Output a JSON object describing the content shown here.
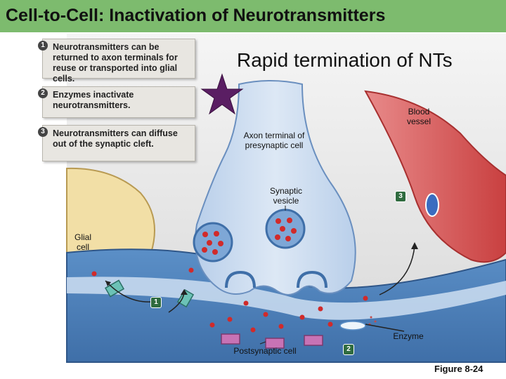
{
  "title": "Cell-to-Cell: Inactivation of Neurotransmitters",
  "heading": "Rapid termination of NTs",
  "steps": [
    {
      "number": "1",
      "text": "Neurotransmitters can be returned to axon terminals for reuse or transported into glial cells."
    },
    {
      "number": "2",
      "text": "Enzymes inactivate neurotransmitters."
    },
    {
      "number": "3",
      "text": "Neurotransmitters can diffuse out of the synaptic cleft."
    }
  ],
  "labels": {
    "blood_vessel": "Blood vessel",
    "axon_terminal": "Axon terminal of presynaptic cell",
    "synaptic_vesicle": "Synaptic vesicle",
    "glial_cell": "Glial cell",
    "enzyme": "Enzyme",
    "postsynaptic_cell": "Postsynaptic cell"
  },
  "markers": {
    "m1": "1",
    "m2": "2",
    "m3": "3"
  },
  "figure_label": "Figure 8-24",
  "colors": {
    "title_bar": "#7dbb6e",
    "star": "#5a1e63",
    "nt_dot": "#d12a2a",
    "cell_blue": "#5b8fc7",
    "vessel_red": "#c94040"
  }
}
